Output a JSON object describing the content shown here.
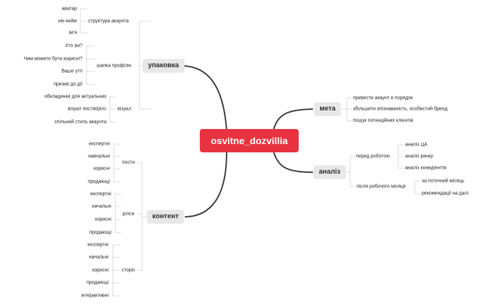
{
  "root": "osvitne_dozvillia",
  "upakovka": {
    "title": "упаковка",
    "struktura": {
      "label": "структура акаунта",
      "items": [
        "аватар",
        "нік-нейм",
        "ім'я"
      ]
    },
    "shapka": {
      "label": "шапка профілю",
      "items": [
        "Хто ви?",
        "Чим можете бути корисні?",
        "Ваше утп",
        "призив до дії"
      ]
    },
    "vizual": {
      "label": "візуал",
      "items": [
        "обкладинки для актуальних",
        "візуал постів/рілс",
        "спільний стиль акаунта"
      ]
    }
  },
  "meta": {
    "title": "мета",
    "items": [
      "привести акаунт в порядок",
      "збільшити впізнаваність, особистий бренд",
      "пошук потенційних клієнтів"
    ]
  },
  "analiz": {
    "title": "аналіз",
    "pered": {
      "label": "перед роботою",
      "items": [
        "аналіз ЦА",
        "аналіз ринку",
        "аналіз конкурентів"
      ]
    },
    "pislia": {
      "label": "після робочого місяця",
      "items": [
        "за поточний місяць",
        "рекомендації на далі"
      ]
    }
  },
  "kontent": {
    "title": "контент",
    "posty": {
      "label": "пости",
      "items": [
        "експертні",
        "навчальні",
        "корисні",
        "продающі"
      ]
    },
    "rilsy": {
      "label": "рілси",
      "items": [
        "експертні",
        "начальні",
        "корисні",
        "продающі"
      ]
    },
    "storis": {
      "label": "сторіс",
      "items": [
        "експертні",
        "начальні",
        "корисні",
        "продающі",
        "інтерактивні"
      ]
    }
  },
  "colors": {
    "root_bg": "#e8323f",
    "line": "#3a3a3a",
    "branch": "#d9d9d9",
    "topic_bg": "#e8e8e8"
  }
}
